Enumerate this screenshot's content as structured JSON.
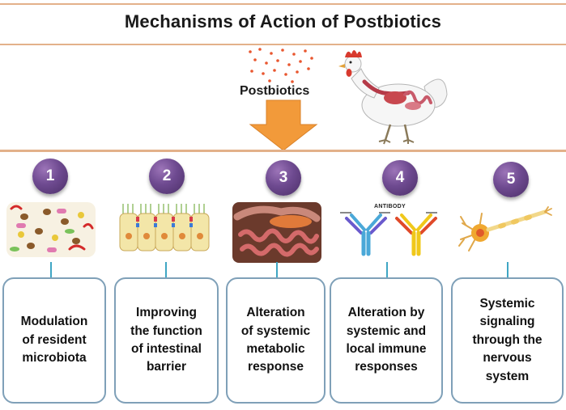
{
  "title": "Mechanisms of Action of Postbiotics",
  "postbiotics_label": "Postbiotics",
  "antibody_label": "ANTIBODY",
  "colors": {
    "accent_line": "#e3b18a",
    "arrow_orange": "#f29a3a",
    "circle_purple": "#6e4a90",
    "box_border": "#7fa0b8",
    "connector_blue": "#3fa6c4"
  },
  "mechanisms": [
    {
      "number": "1",
      "label": "Modulation\nof resident\nmicrobiota",
      "icon": "microbiota-icon"
    },
    {
      "number": "2",
      "label": "Improving\nthe function\nof intestinal\nbarrier",
      "icon": "intestinal-barrier-icon"
    },
    {
      "number": "3",
      "label": "Alteration\nof systemic\nmetabolic\nresponse",
      "icon": "intestine-icon"
    },
    {
      "number": "4",
      "label": "Alteration by\nsystemic and\nlocal immune\nresponses",
      "icon": "antibody-icon"
    },
    {
      "number": "5",
      "label": "Systemic\nsignaling\nthrough the\nnervous\nsystem",
      "icon": "neuron-icon"
    }
  ]
}
